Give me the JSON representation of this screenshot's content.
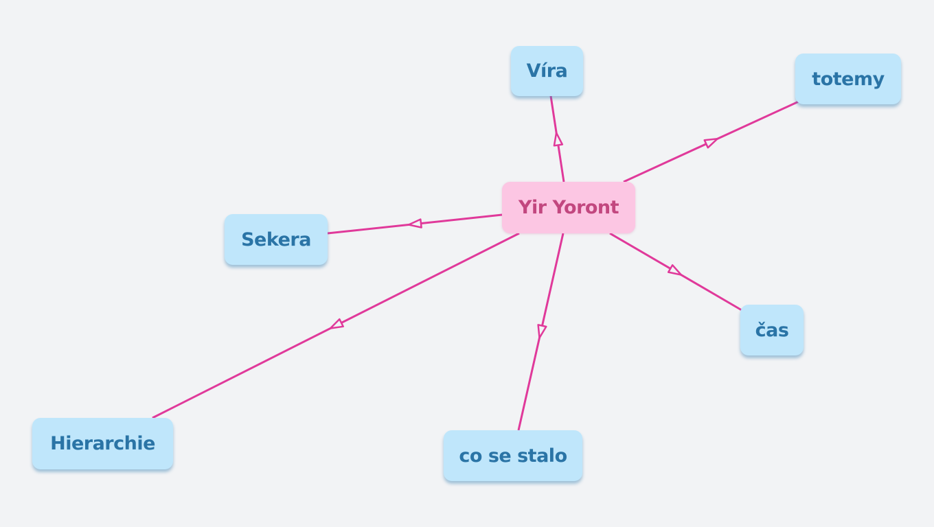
{
  "map": {
    "edge_color": "#e0399a",
    "center": {
      "label": "Yir Yoront"
    },
    "children": [
      {
        "id": "vira",
        "label": "Víra"
      },
      {
        "id": "totemy",
        "label": "totemy"
      },
      {
        "id": "sekera",
        "label": "Sekera"
      },
      {
        "id": "cas",
        "label": "čas"
      },
      {
        "id": "hierarchie",
        "label": "Hierarchie"
      },
      {
        "id": "co-se-stalo",
        "label": "co se stalo"
      }
    ]
  }
}
